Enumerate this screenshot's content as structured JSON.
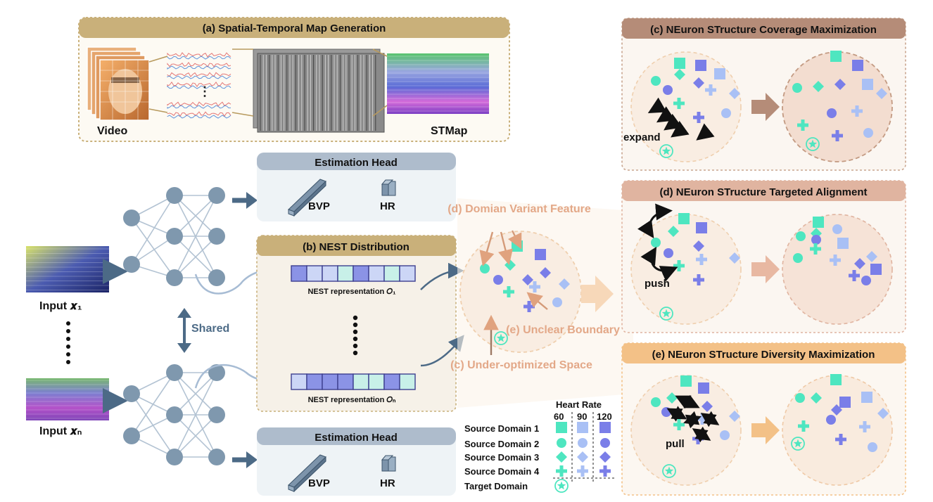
{
  "panel_a": {
    "title": "(a) Spatial-Temporal Map Generation",
    "video_label": "Video",
    "stmap_label": "STMap",
    "dots": "⋮"
  },
  "estimation_head_top": {
    "title": "Estimation Head",
    "bvp_label": "BVP",
    "hr_label": "HR"
  },
  "estimation_head_bottom": {
    "title": "Estimation Head",
    "bvp_label": "BVP",
    "hr_label": "HR"
  },
  "panel_b": {
    "title": "(b) NEST Distribution",
    "rep_top": "NEST representation 𝑂₁",
    "rep_bottom": "NEST representation 𝑂ₙ",
    "rep_top_colors": [
      "#8b93e6",
      "#ccd6f6",
      "#ccd6f6",
      "#c8f0e8",
      "#8b93e6",
      "#ccd6f6",
      "#c8f0e8",
      "#ccd6f6"
    ],
    "rep_bottom_colors": [
      "#ccd6f6",
      "#8b93e6",
      "#8b93e6",
      "#8b93e6",
      "#c8f0e8",
      "#c8f0e8",
      "#8b93e6",
      "#c8f0e8"
    ]
  },
  "inputs": {
    "top": "Input 𝒙₁",
    "bottom": "Input 𝒙ₙ"
  },
  "shared_label": "Shared",
  "center_annotations": {
    "domain_variant": "(d) Domian Variant Feature",
    "unclear_boundary": "(e) Unclear Boundary",
    "under_optimized": "(c) Under-optimized Space"
  },
  "panel_c": {
    "title": "(c) NEuron STructure Coverage Maximization",
    "word": "expand"
  },
  "panel_d": {
    "title": "(d) NEuron STructure Targeted Alignment",
    "word": "push"
  },
  "panel_e": {
    "title": "(e) NEuron STructure Diversity Maximization",
    "word": "pull"
  },
  "legend": {
    "title": "Heart Rate",
    "hr_values": [
      "60",
      "90",
      "120"
    ],
    "rows": [
      "Source Domain 1",
      "Source Domain 2",
      "Source Domain 3",
      "Source Domain 4",
      "Target Domain"
    ]
  },
  "colors": {
    "teal": "#4ee6c0",
    "light_blue": "#a9c0f5",
    "indigo": "#7a7ee8",
    "gold_header": "#c9b07a",
    "brown_header": "#b58c78",
    "rose_header": "#e0b4a0",
    "orange_header": "#f3c187",
    "slate_header": "#aebccc",
    "circle_fill": "#f9ede2"
  }
}
